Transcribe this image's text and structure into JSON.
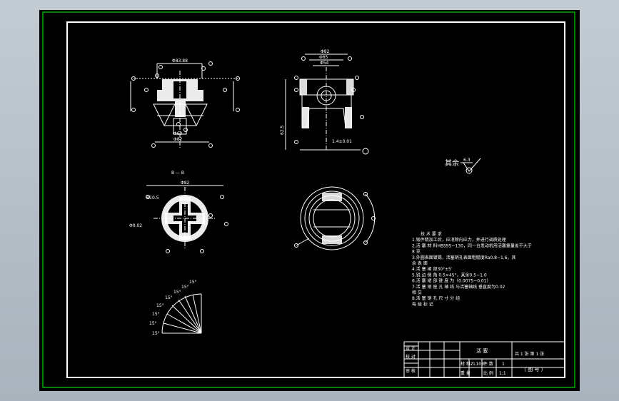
{
  "drawing": {
    "rough_symbol_label": "其余",
    "rough_symbol_value": "6.3",
    "notes": [
      "技 术 要 求",
      "1.锻件精加工后，应消除内应力，并进行调质处理",
      "2.活 塞 材 料HBS95~130，同一台发动机用活塞重量差不大于",
      "   8 克",
      "3.外圆表面镀锡，活塞销孔表面粗糙度Ra0.8~1.6，其",
      "   余 表 面",
      "4.活 塞 裙 部30°±5′",
      "5.锐 边 倒 角 0.5×45°，其余0.5~1.0",
      "6.活 塞 裙 部 锥 度 为（0.0075~0.01）",
      "7.活 塞 销 座 孔 轴 线 与活塞轴线 垂直度为0.02",
      "   相 交",
      "8.活 塞 销 孔 尺 寸 分 组",
      "   每 组 标 记"
    ],
    "section_label": "B — B",
    "dims_front": [
      "Φ83.88",
      "Φ60",
      "Φ82"
    ],
    "dims_side": [
      "Φ82",
      "Φ65",
      "Φ54",
      "62.5",
      "1.4±0.01"
    ],
    "dims_bottom": [
      "R10.5",
      "Φ82",
      "Φ0.02"
    ],
    "dims_arc": [
      "15°",
      "15°",
      "15°",
      "15°",
      "15°",
      "15°",
      "15°",
      "15°"
    ],
    "title_block": {
      "part_name": "活 塞",
      "label_design": "设 计",
      "label_check": "校 对",
      "label_approve": "审 核",
      "label_material": "材 料",
      "material": "ZL108",
      "label_qty": "件 数",
      "qty": "1",
      "label_weight": "重 量",
      "label_scale": "比 例",
      "scale": "1:1",
      "sheet_info": "共  1  张  第  1  张",
      "drawing_no": "（ 图 号 ）"
    }
  }
}
